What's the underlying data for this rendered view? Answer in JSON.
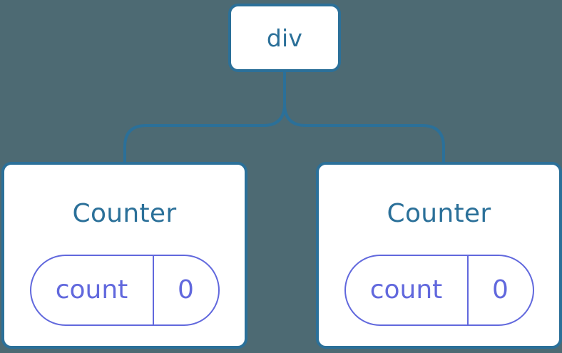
{
  "diagram": {
    "type": "component-tree",
    "background_color": "#4d6a73",
    "node_border_color": "#2b7099",
    "node_fill_color": "#ffffff",
    "node_text_color": "#2b7099",
    "state_pill_color": "#6168dd",
    "connector_color": "#2b7099"
  },
  "root": {
    "label": "div"
  },
  "children": [
    {
      "label": "Counter",
      "state": {
        "key": "count",
        "value": "0"
      }
    },
    {
      "label": "Counter",
      "state": {
        "key": "count",
        "value": "0"
      }
    }
  ]
}
